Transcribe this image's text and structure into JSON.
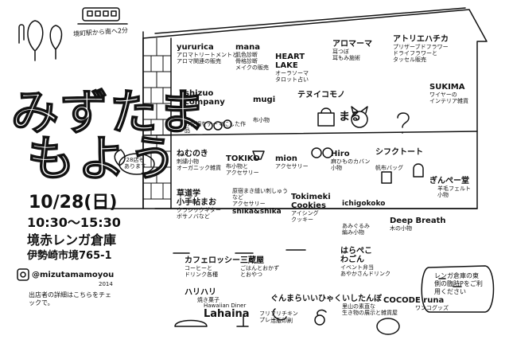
{
  "header_note": "境町駅から南へ2分",
  "title_line1": "みずたま",
  "title_line2": "もよう",
  "badge_line1": "28店も",
  "badge_line2": "あります",
  "date": "10/28(日)",
  "time": "10:30〜15:30",
  "venue_line1": "境赤レンガ倉庫",
  "venue_line2": "伊勢崎市境765-1",
  "instagram": "@mizutamamoyou",
  "instagram_year": "2014",
  "instagram_note": "出店者の詳細はこちらをチェックで。",
  "guide_note": "レンガ倉庫の東側の臨時Pをご利用ください",
  "shops": {
    "yururica": {
      "name": "yururica",
      "desc": "アロマトリートメントとアロマ関連の販売"
    },
    "mana": {
      "name": "mana",
      "desc": "肌色診断\n骨格診断\nメイクの販売"
    },
    "heartlake": {
      "name": "HEART\nLAKE",
      "desc": "オーラソーマ\nタロット占い"
    },
    "aromama": {
      "name": "アロマーマ",
      "desc": "耳つぼ\n耳もみ施術"
    },
    "atelier": {
      "name": "アトリエハチカ",
      "desc": "プリザーブドフラワー\nドライフラワーと\nタッセル販売"
    },
    "sukima": {
      "name": "SUKIMA",
      "desc": "ワイヤーの\nインテリア雑貨"
    },
    "shizuo": {
      "name": "shizuo\ncompany",
      "desc": "お花畑をテーマにした作品"
    },
    "mugi": {
      "name": "mugi",
      "desc": "布小物"
    },
    "tenuikomono": {
      "name": "テヌイコモノ",
      "desc": ""
    },
    "maru": {
      "name": "まる",
      "desc": ""
    },
    "nemunoki": {
      "name": "ねむのき",
      "desc": "刺繍小物\nオーガニック雑貨"
    },
    "tokiko": {
      "name": "TOKIKO",
      "desc": "布小物と\nアクセサリー"
    },
    "mion": {
      "name": "mion",
      "desc": "アクセサリー"
    },
    "hiro": {
      "name": "Hiro",
      "desc": "麻ひものカバン\n小物"
    },
    "shikutoto": {
      "name": "シフクトート",
      "desc": "帆布バッグ"
    },
    "ginpei": {
      "name": "ぎんぺー堂",
      "desc": "羊毛フェルト\n小物"
    },
    "kusagaku": {
      "name": "草道学\n小手帖まお",
      "desc": "クラシックギター\nボサノバなど"
    },
    "shika": {
      "name": "shika&shika",
      "desc": "原宿まき縫い刺しゅう\nなど\nアクセサリー"
    },
    "tokimeki": {
      "name": "Tokimeki\nCookies",
      "desc": "アイシング\nクッキー"
    },
    "ichigo": {
      "name": "ichigokoko",
      "desc": "あみぐるみ\n編み小物"
    },
    "deepbreath": {
      "name": "Deep Breath",
      "desc": "木の小物"
    },
    "cafe": {
      "name": "カフェロッシー",
      "desc": "コーヒーと\nドリンク各種"
    },
    "sanzouya": {
      "name": "三蔵屋",
      "desc": "ごはんとおかず\nとおやつ"
    },
    "harapeko": {
      "name": "はらぺこ\nわごん",
      "desc": "イベント弁当\nあやかさんドリンク"
    },
    "harihari": {
      "name": "ハリハリ",
      "desc": "焼き菓子"
    },
    "lahaina_sub": {
      "name": "Hawaiian Diner",
      "desc": ""
    },
    "lahaina": {
      "name": "Lahaina",
      "desc": "フリフリチキン\nプレート"
    },
    "gurumarai": {
      "name": "ぐんまらいい",
      "desc": "活版印刷"
    },
    "hiyakuishi": {
      "name": "ひゃくいしたんぼ",
      "desc": "里山の素直な\n生き物の展示と雑貨屋"
    },
    "cocode": {
      "name": "COCODE runa",
      "desc": "ワンコグッズ"
    }
  }
}
